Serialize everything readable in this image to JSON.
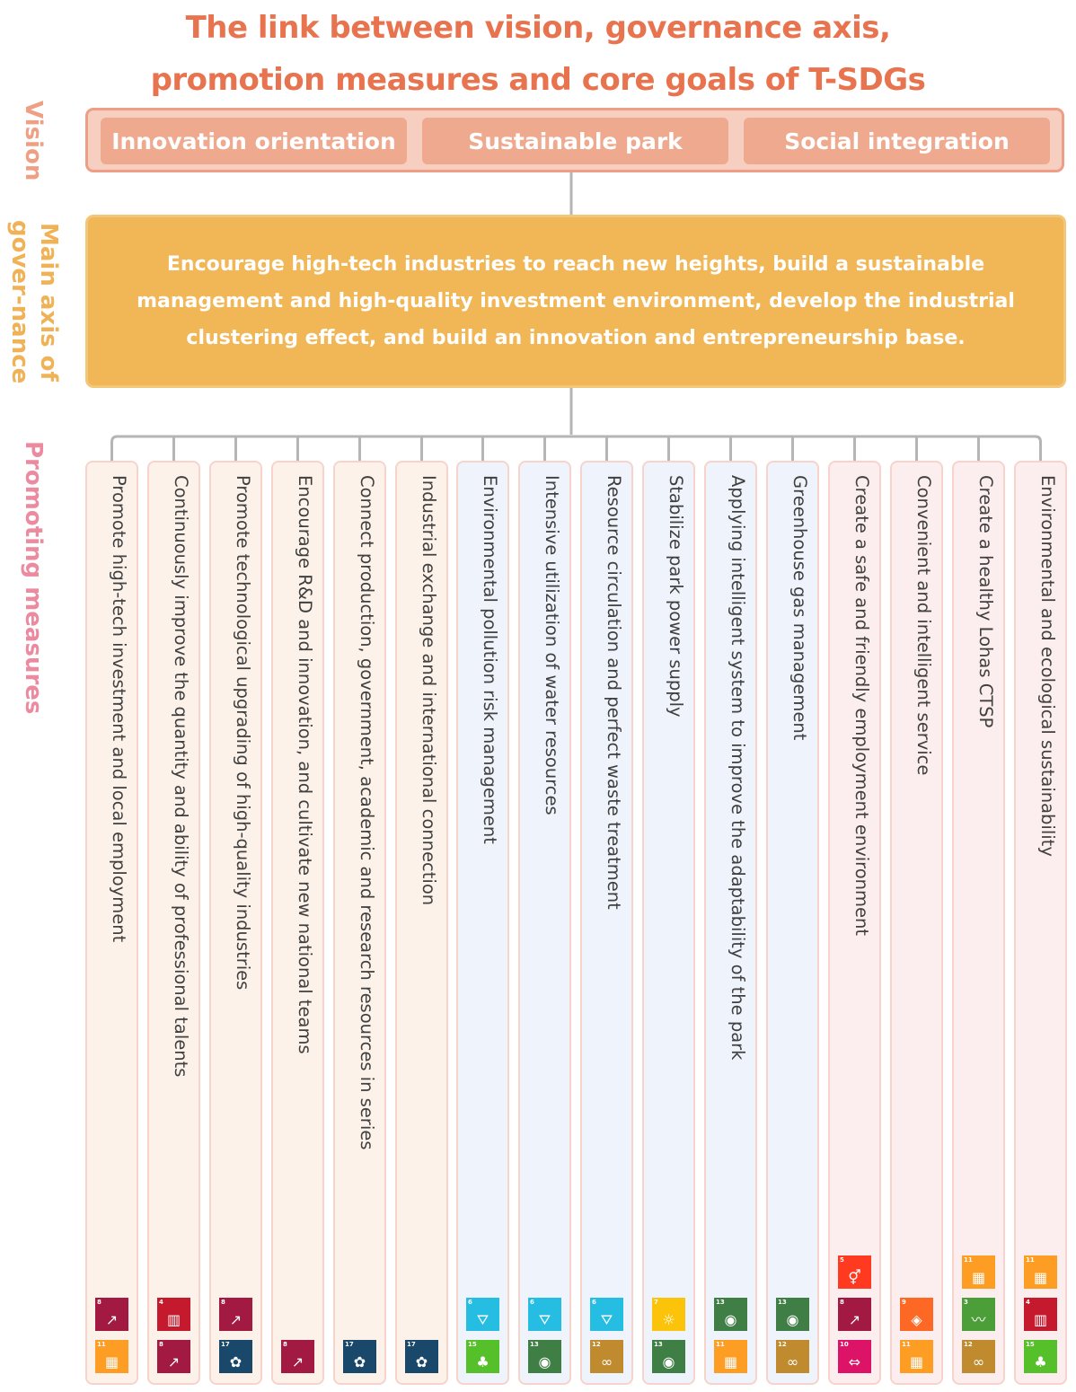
{
  "title": {
    "line1": "The link between vision, governance axis,",
    "line2": "promotion measures and core goals of T-SDGs"
  },
  "labels": {
    "vision": "Vision",
    "axis": "Main axis of\ngover-nance",
    "measures": "Promoting measures"
  },
  "colors": {
    "title": "#e8734f",
    "vision_label": "#efa084",
    "axis_label": "#f0b256",
    "measures_label": "#ec8aa0",
    "col_economy_bg": "#fdf2ea",
    "col_environment_bg": "#eff4fc",
    "col_society_bg": "#fceeee"
  },
  "vision": [
    "Innovation orientation",
    "Sustainable park",
    "Social integration"
  ],
  "axis_text": "Encourage high-tech industries to reach new heights, build a sustainable management and high-quality investment environment, develop the industrial clustering effect, and build an innovation and entrepreneurship base.",
  "sdg_icons": {
    "3": {
      "color": "#4c9f38",
      "icon": "heartbeat-icon",
      "glyph": "〰"
    },
    "4": {
      "color": "#c5192d",
      "icon": "book-icon",
      "glyph": "▥"
    },
    "5": {
      "color": "#ff3a21",
      "icon": "gender-icon",
      "glyph": "⚥"
    },
    "6": {
      "color": "#26bde2",
      "icon": "water-icon",
      "glyph": "⛛"
    },
    "7": {
      "color": "#fcc30b",
      "icon": "sun-icon",
      "glyph": "☼"
    },
    "8": {
      "color": "#a21942",
      "icon": "growth-chart-icon",
      "glyph": "↗"
    },
    "9": {
      "color": "#fd6925",
      "icon": "cubes-icon",
      "glyph": "◈"
    },
    "10": {
      "color": "#dd1367",
      "icon": "equality-icon",
      "glyph": "⇔"
    },
    "11": {
      "color": "#fd9d24",
      "icon": "city-icon",
      "glyph": "▦"
    },
    "12": {
      "color": "#bf8b2e",
      "icon": "infinity-icon",
      "glyph": "∞"
    },
    "13": {
      "color": "#3f7e44",
      "icon": "eye-globe-icon",
      "glyph": "◉"
    },
    "15": {
      "color": "#56c02b",
      "icon": "tree-icon",
      "glyph": "♣"
    },
    "17": {
      "color": "#19486a",
      "icon": "partnership-icon",
      "glyph": "✿"
    }
  },
  "measures": [
    {
      "text": "Promote high-tech investment and local employment",
      "group": "economy",
      "sdgs": [
        "8",
        "11"
      ]
    },
    {
      "text": "Continuously improve the quantity and ability of professional talents",
      "group": "economy",
      "sdgs": [
        "4",
        "8"
      ]
    },
    {
      "text": "Promote technological upgrading of high-quality industries",
      "group": "economy",
      "sdgs": [
        "8",
        "17"
      ]
    },
    {
      "text": "Encourage R&D and innovation, and cultivate new national teams",
      "group": "economy",
      "sdgs": [
        "8"
      ]
    },
    {
      "text": "Connect production, government, academic and research resources in series",
      "group": "economy",
      "sdgs": [
        "17"
      ]
    },
    {
      "text": "Industrial exchange and international connection",
      "group": "economy",
      "sdgs": [
        "17"
      ]
    },
    {
      "text": "Environmental pollution risk management",
      "group": "environment",
      "sdgs": [
        "6",
        "15"
      ]
    },
    {
      "text": "Intensive utilization of water resources",
      "group": "environment",
      "sdgs": [
        "6",
        "13"
      ]
    },
    {
      "text": "Resource circulation and perfect waste treatment",
      "group": "environment",
      "sdgs": [
        "6",
        "12"
      ]
    },
    {
      "text": "Stabilize park power supply",
      "group": "environment",
      "sdgs": [
        "7",
        "13"
      ]
    },
    {
      "text": "Applying intelligent system to improve the adaptability of the park",
      "group": "environment",
      "sdgs": [
        "13",
        "11"
      ]
    },
    {
      "text": "Greenhouse gas management",
      "group": "environment",
      "sdgs": [
        "13",
        "12"
      ]
    },
    {
      "text": "Create a safe and friendly employment environment",
      "group": "society",
      "sdgs": [
        "5",
        "8",
        "10"
      ]
    },
    {
      "text": "Convenient and intelligent service",
      "group": "society",
      "sdgs": [
        "9",
        "11"
      ]
    },
    {
      "text": "Create a healthy Lohas CTSP",
      "group": "society",
      "sdgs": [
        "11",
        "3",
        "12"
      ]
    },
    {
      "text": "Environmental and ecological sustainability",
      "group": "society",
      "sdgs": [
        "11",
        "4",
        "15"
      ]
    }
  ]
}
